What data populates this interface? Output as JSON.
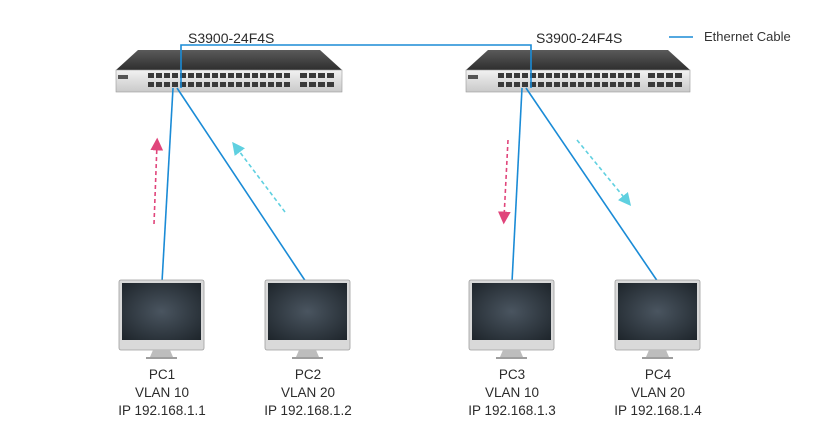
{
  "switches": [
    {
      "id": "sw1",
      "model": "S3900-24F4S"
    },
    {
      "id": "sw2",
      "model": "S3900-24F4S"
    }
  ],
  "legend": {
    "label": "Ethernet Cable",
    "color": "#1a8bd6"
  },
  "pcs": [
    {
      "id": "pc1",
      "name": "PC1",
      "vlan": "VLAN 10",
      "ip": "IP 192.168.1.1"
    },
    {
      "id": "pc2",
      "name": "PC2",
      "vlan": "VLAN 20",
      "ip": "IP 192.168.1.2"
    },
    {
      "id": "pc3",
      "name": "PC3",
      "vlan": "VLAN 10",
      "ip": "IP 192.168.1.3"
    },
    {
      "id": "pc4",
      "name": "PC4",
      "vlan": "VLAN 20",
      "ip": "IP 192.168.1.4"
    }
  ],
  "colors": {
    "cable": "#1a8bd6",
    "vlan10_arrow": "#e0457b",
    "vlan20_arrow": "#5fd0e0"
  }
}
